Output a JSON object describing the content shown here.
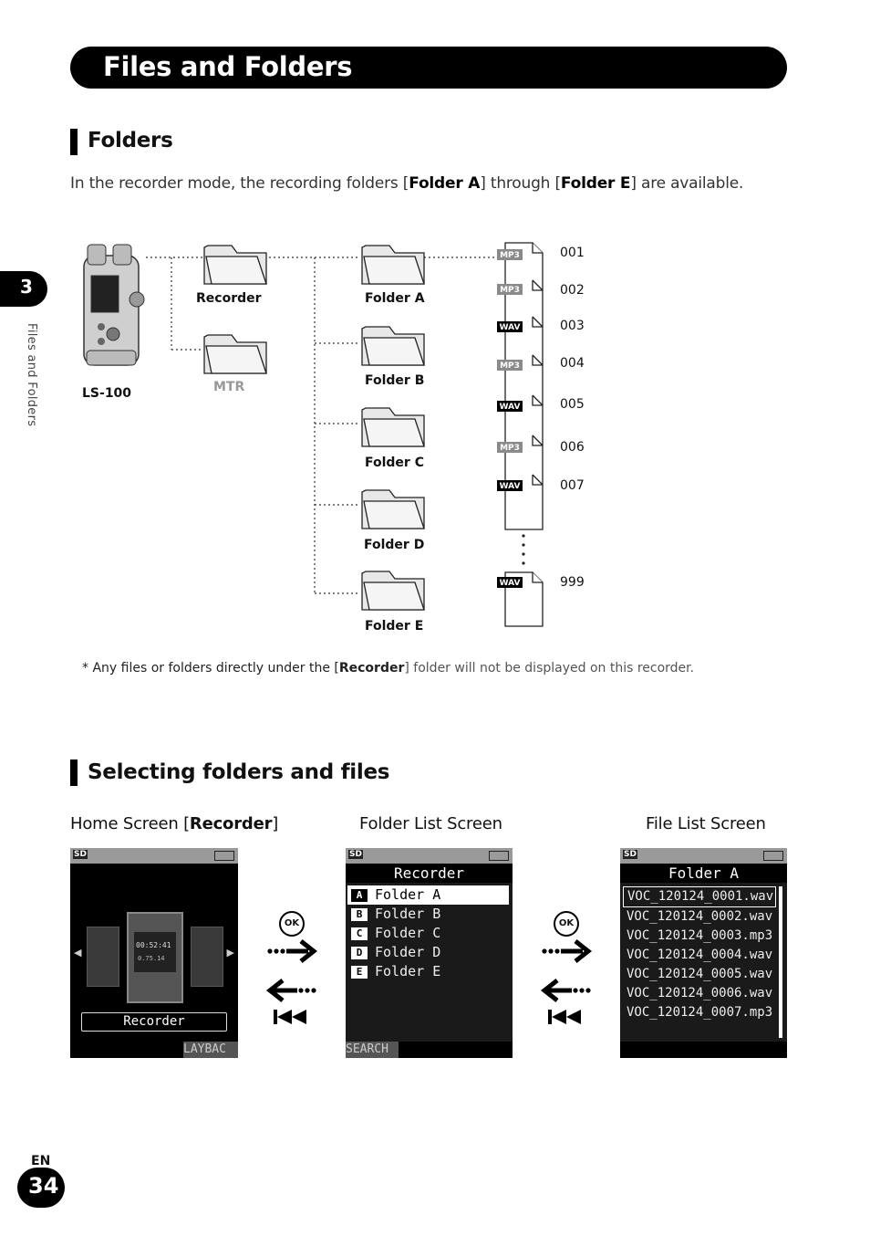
{
  "page_title": "Files and Folders",
  "chapter_tab": {
    "number": "3",
    "label": "Files and Folders"
  },
  "section_folders": {
    "heading": "Folders",
    "intro_pre": "In the recorder mode, the recording folders [",
    "intro_b1": "Folder A",
    "intro_mid": "] through [",
    "intro_b2": "Folder E",
    "intro_post": "] are available."
  },
  "diagram": {
    "device": "LS-100",
    "recorder": "Recorder",
    "mtr": "MTR",
    "folders": [
      "Folder A",
      "Folder B",
      "Folder C",
      "Folder D",
      "Folder E"
    ],
    "files": [
      {
        "num": "001",
        "format": "MP3"
      },
      {
        "num": "002",
        "format": "MP3"
      },
      {
        "num": "003",
        "format": "WAV"
      },
      {
        "num": "004",
        "format": "MP3"
      },
      {
        "num": "005",
        "format": "WAV"
      },
      {
        "num": "006",
        "format": "MP3"
      },
      {
        "num": "007",
        "format": "WAV"
      },
      {
        "num": "999",
        "format": "WAV"
      }
    ]
  },
  "note": {
    "pre": "*  Any files or folders directly under the [",
    "bold": "Recorder",
    "post": "] folder will not be displayed on this recorder."
  },
  "section_select": {
    "heading": "Selecting folders and files",
    "home_label_pre": "Home Screen [",
    "home_label_bold": "Recorder",
    "home_label_post": "]",
    "folder_list_label": "Folder List Screen",
    "file_list_label": "File List Screen",
    "ok_label": "OK"
  },
  "home_screen": {
    "button": "Recorder",
    "footer": "LAYBAC",
    "display_time": "00:52:41",
    "display_level": "0.75.14"
  },
  "folder_screen": {
    "header": "Recorder",
    "items": [
      {
        "letter": "A",
        "label": "Folder A"
      },
      {
        "letter": "B",
        "label": "Folder B"
      },
      {
        "letter": "C",
        "label": "Folder C"
      },
      {
        "letter": "D",
        "label": "Folder D"
      },
      {
        "letter": "E",
        "label": "Folder E"
      }
    ],
    "footer": "SEARCH"
  },
  "file_screen": {
    "header": "Folder A",
    "items": [
      "VOC_120124_0001.wav",
      "VOC_120124_0002.wav",
      "VOC_120124_0003.mp3",
      "VOC_120124_0004.wav",
      "VOC_120124_0005.wav",
      "VOC_120124_0006.wav",
      "VOC_120124_0007.mp3"
    ]
  },
  "status_bar": {
    "card": "SD"
  },
  "footer": {
    "lang": "EN",
    "page": "34"
  }
}
